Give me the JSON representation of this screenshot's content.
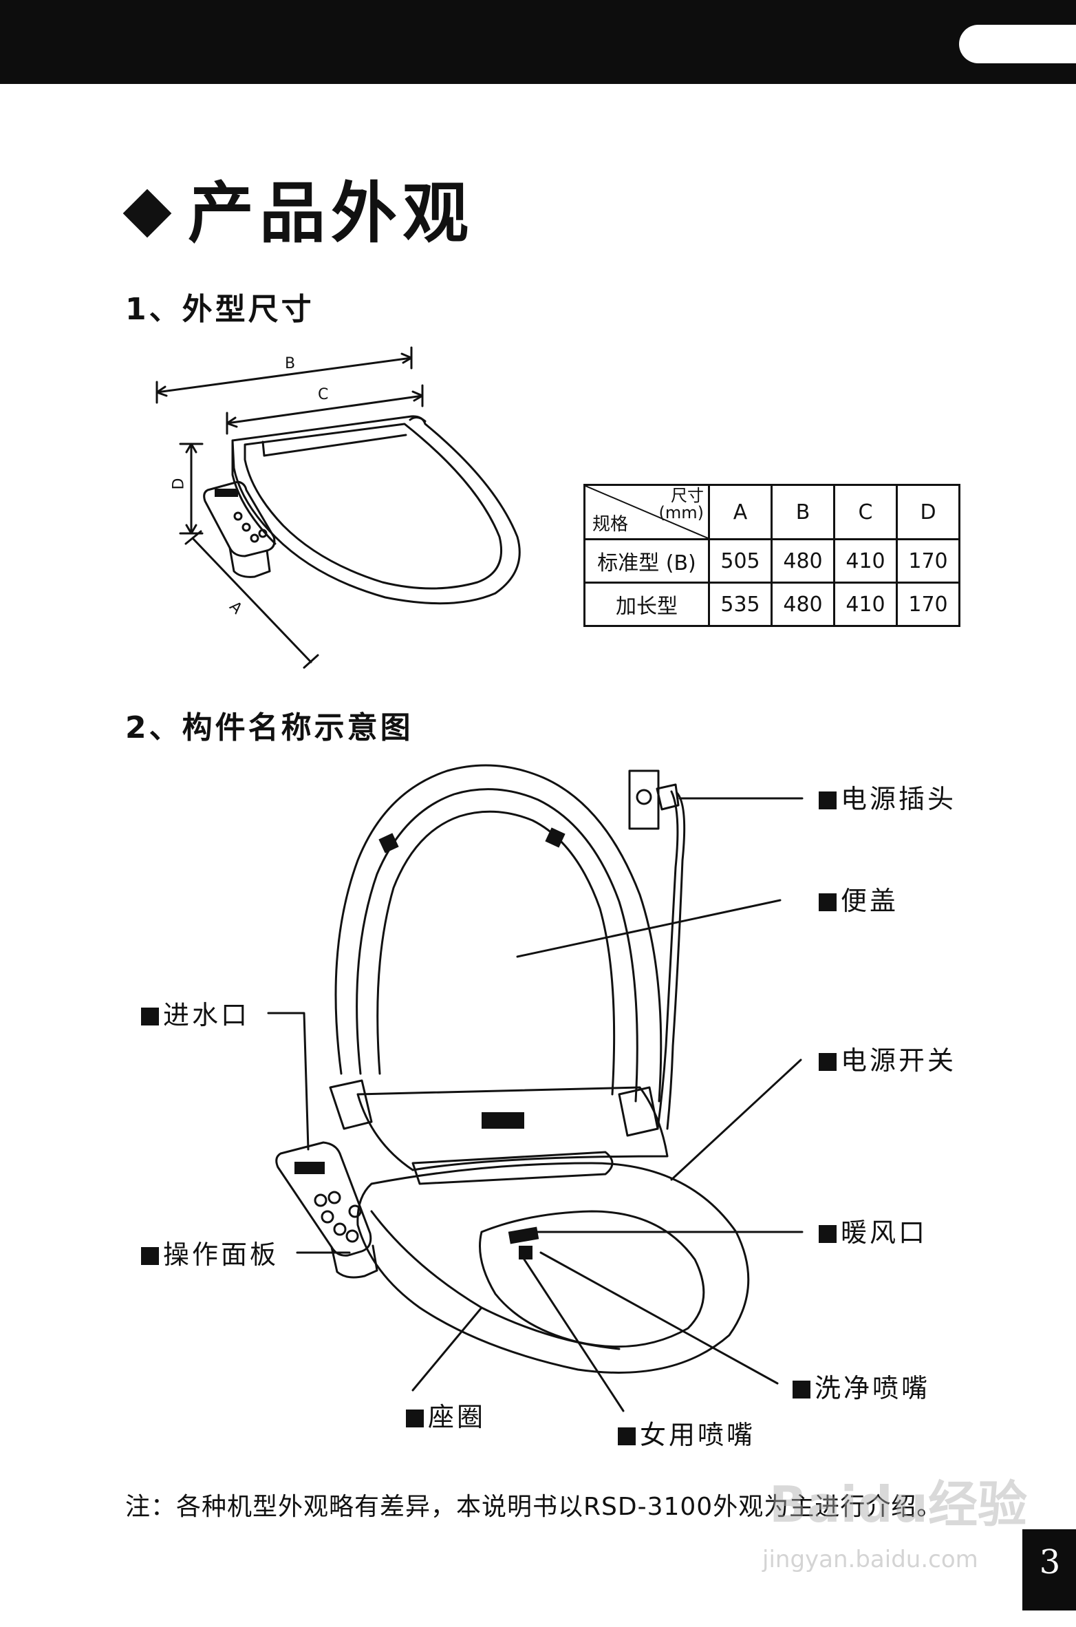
{
  "header": {
    "page_number": "3"
  },
  "page_title": "产品外观",
  "section1": {
    "heading": "1、外型尺寸"
  },
  "section2": {
    "heading": "2、构件名称示意图"
  },
  "dimension_labels": {
    "a": "A",
    "b": "B",
    "c": "C",
    "d": "D"
  },
  "spec_table": {
    "corner_top": "尺寸",
    "corner_unit": "(mm)",
    "corner_bottom": "规格",
    "columns": [
      "A",
      "B",
      "C",
      "D"
    ],
    "rows": [
      {
        "name": "标准型 (B)",
        "values": [
          "505",
          "480",
          "410",
          "170"
        ]
      },
      {
        "name": "加长型",
        "values": [
          "535",
          "480",
          "410",
          "170"
        ]
      }
    ]
  },
  "part_labels": {
    "power_plug": "电源插头",
    "lid": "便盖",
    "water_inlet": "进水口",
    "power_switch": "电源开关",
    "warm_air_outlet": "暖风口",
    "control_panel": "操作面板",
    "wash_nozzle": "洗净喷嘴",
    "seat_ring": "座圈",
    "female_nozzle": "女用喷嘴"
  },
  "footnote": "注：各种机型外观略有差异，本说明书以RSD-3100外观为主进行介绍。",
  "watermark": {
    "main": "Baidu经验",
    "sub": "jingyan.baidu.com"
  }
}
